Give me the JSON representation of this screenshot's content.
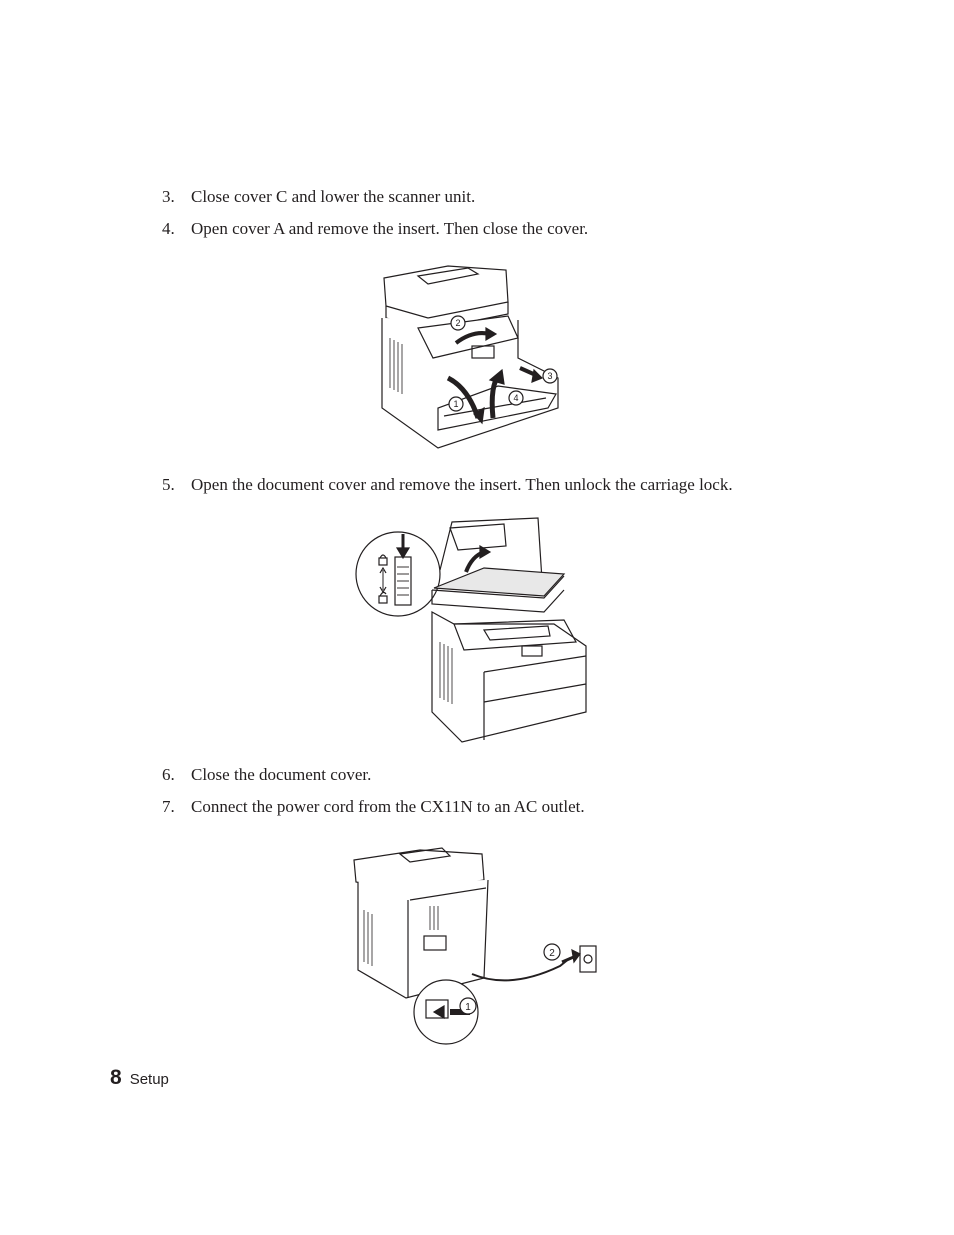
{
  "steps": [
    {
      "num": "3.",
      "text": "Close cover C and lower the scanner unit."
    },
    {
      "num": "4.",
      "text": "Open cover A and remove the insert. Then close the cover."
    },
    {
      "num": "5.",
      "text": "Open the document cover and remove the insert. Then unlock the carriage lock."
    },
    {
      "num": "6.",
      "text": "Close the document cover."
    },
    {
      "num": "7.",
      "text": "Connect the power cord from the CX11N to an AC outlet."
    }
  ],
  "figure1": {
    "callouts": [
      "①",
      "②",
      "③",
      "④"
    ]
  },
  "figure3": {
    "callouts": [
      "①",
      "②"
    ]
  },
  "footer": {
    "page_number": "8",
    "section": "Setup"
  }
}
